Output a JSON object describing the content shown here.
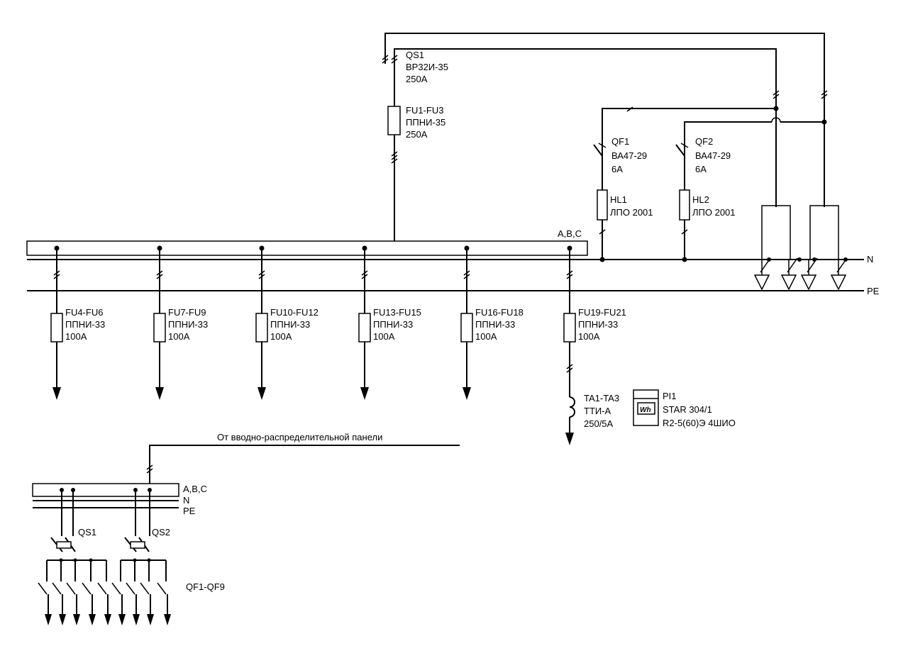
{
  "main_switch": {
    "id": "QS1",
    "model": "ВР32И-35",
    "rating": "250A"
  },
  "main_fuses": {
    "id": "FU1-FU3",
    "model": "ППНИ-35",
    "rating": "250A"
  },
  "busbar_label": "A,B,C",
  "neutral_label": "N",
  "earth_label": "PE",
  "breakers": [
    {
      "id": "QF1",
      "model": "ВА47-29",
      "rating": "6A"
    },
    {
      "id": "QF2",
      "model": "ВА47-29",
      "rating": "6A"
    }
  ],
  "lamps": [
    {
      "id": "HL1",
      "model": "ЛПО 2001"
    },
    {
      "id": "HL2",
      "model": "ЛПО 2001"
    }
  ],
  "feeders": [
    {
      "id": "FU4-FU6",
      "model": "ППНИ-33",
      "rating": "100A"
    },
    {
      "id": "FU7-FU9",
      "model": "ППНИ-33",
      "rating": "100A"
    },
    {
      "id": "FU10-FU12",
      "model": "ППНИ-33",
      "rating": "100A"
    },
    {
      "id": "FU13-FU15",
      "model": "ППНИ-33",
      "rating": "100A"
    },
    {
      "id": "FU16-FU18",
      "model": "ППНИ-33",
      "rating": "100A"
    },
    {
      "id": "FU19-FU21",
      "model": "ППНИ-33",
      "rating": "100A"
    }
  ],
  "current_transformer": {
    "id": "TA1-TA3",
    "model": "ТТИ-А",
    "ratio": "250/5A"
  },
  "meter": {
    "id": "PI1",
    "symbol": "Wh",
    "model": "STAR 304/1",
    "spec": "R2-5(60)Э 4ШИО"
  },
  "lower_panel": {
    "supply_label": "От вводно-распределительной панели",
    "bus_label": "A,B,C",
    "neutral_label": "N",
    "earth_label": "PE",
    "switch_1": "QS1",
    "switch_2": "QS2",
    "breakers_label": "QF1-QF9"
  }
}
